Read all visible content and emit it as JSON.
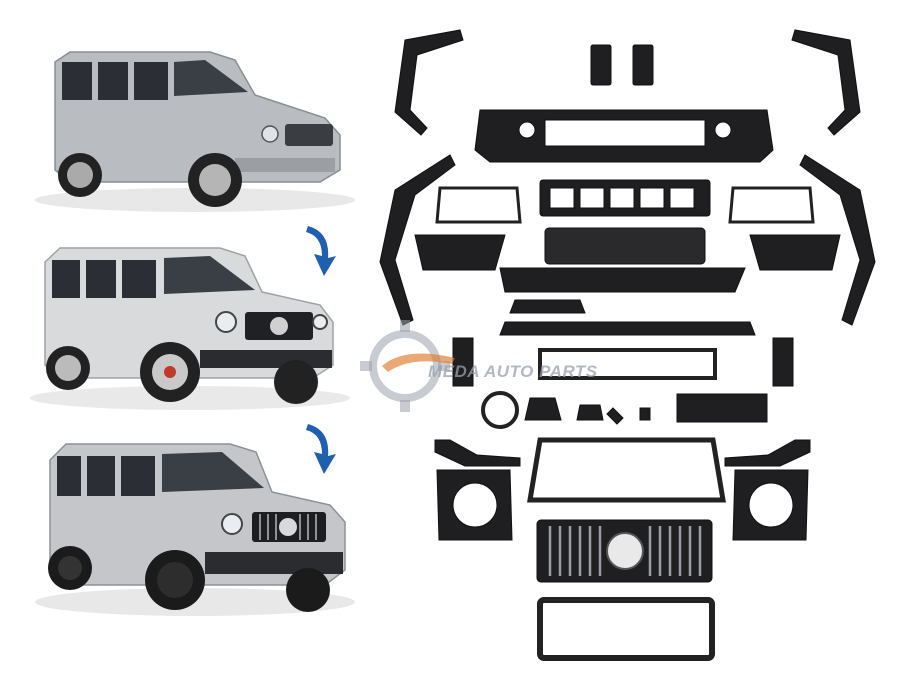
{
  "image": {
    "watermark": {
      "text": "MEDA AUTO PARTS"
    },
    "vehicles": [
      {
        "label": "original-g-class",
        "color": "#b9bcc0"
      },
      {
        "label": "amg-style-g-class",
        "color": "#d9dadc"
      },
      {
        "label": "amg-gt-grille-g-class",
        "color": "#c4c6c9"
      }
    ],
    "colors": {
      "part_black": "#1c1c1e",
      "part_dark": "#2a2a2d",
      "arrow_blue": "#1f5fb0",
      "watermark_gray": "#9aa1ab",
      "watermark_orange": "#e07a2e"
    }
  }
}
